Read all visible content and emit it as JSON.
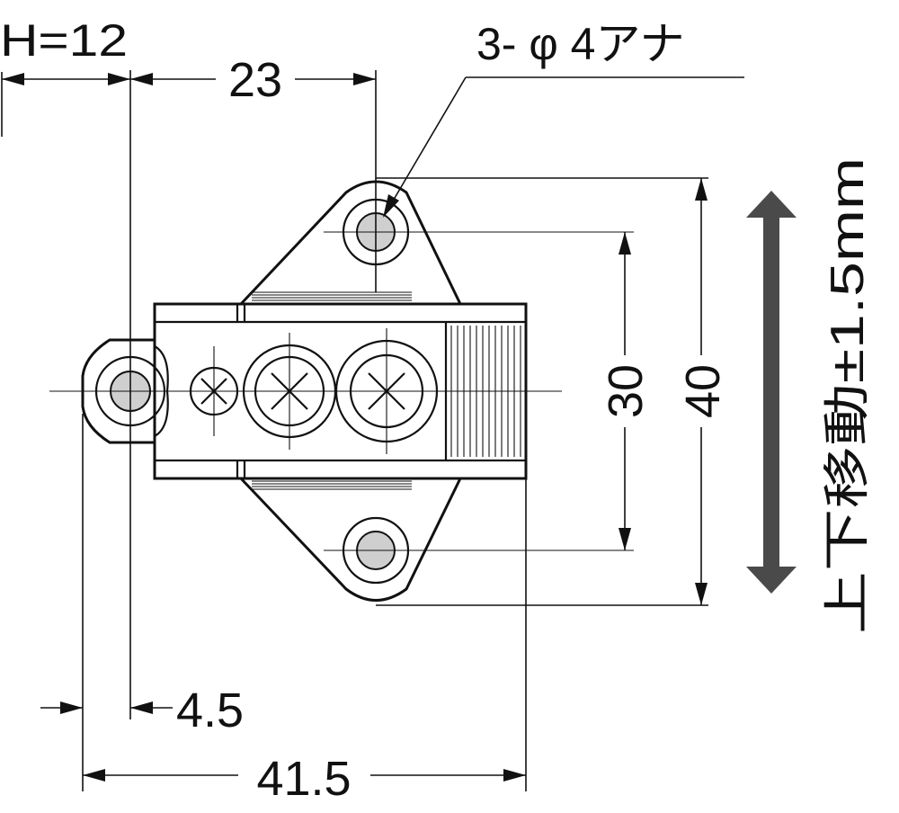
{
  "labels": {
    "height": "H=12",
    "hole_spec": "3- φ 4アナ",
    "dim_offset": "4.5",
    "dim_total_width": "41.5",
    "dim_top_width": "23",
    "dim_hole_pitch": "30",
    "dim_overall_height": "40",
    "vertical_adjustment": "上下移動±1.5mm"
  },
  "colors": {
    "line": "#111111",
    "hole_fill": "#cfcfcf",
    "adjust_arrow": "#4a4a4a",
    "background": "#ffffff"
  }
}
